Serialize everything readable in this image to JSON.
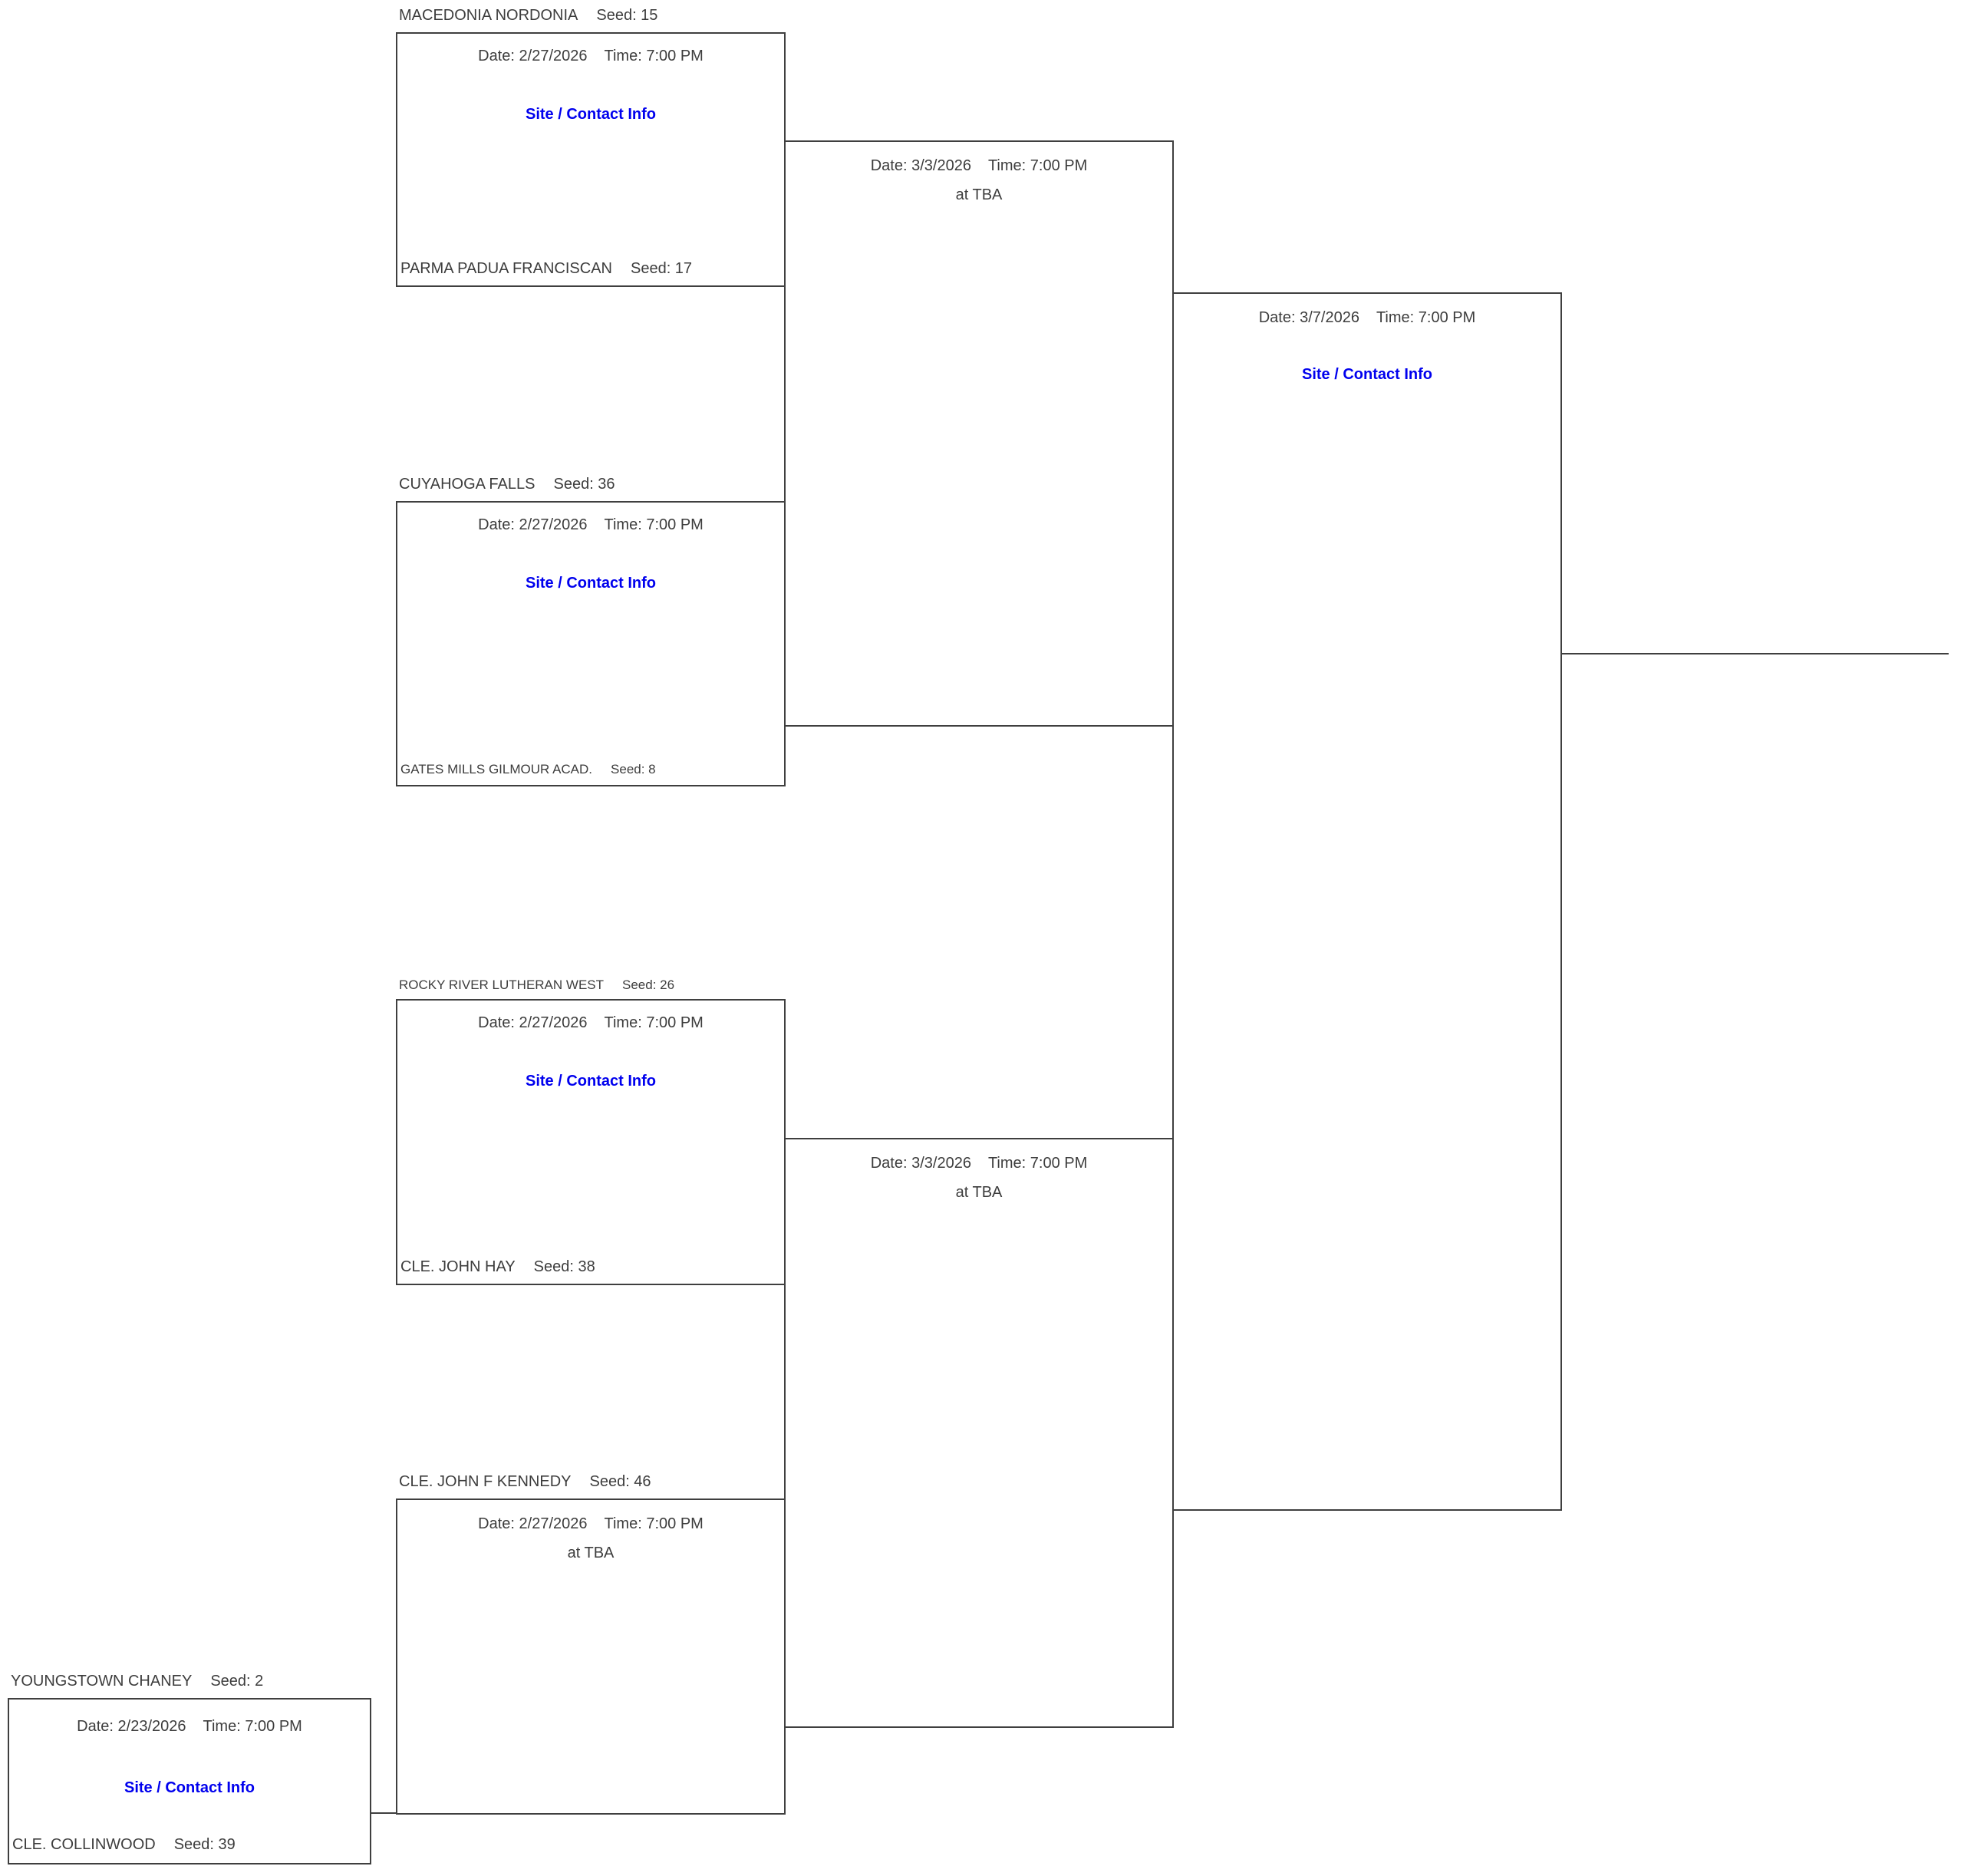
{
  "colors": {
    "link_blue": "#0000ee",
    "line_gray": "#3f3f3f",
    "text_gray": "#3d3d3d"
  },
  "teams": {
    "t1": {
      "name": "MACEDONIA NORDONIA",
      "seed": "Seed: 15"
    },
    "t2": {
      "name": "PARMA PADUA FRANCISCAN",
      "seed": "Seed: 17"
    },
    "t3": {
      "name": "CUYAHOGA FALLS",
      "seed": "Seed: 36"
    },
    "t4": {
      "name": "GATES MILLS GILMOUR ACAD.",
      "seed": "Seed: 8"
    },
    "t5": {
      "name": "ROCKY RIVER LUTHERAN WEST",
      "seed": "Seed: 26"
    },
    "t6": {
      "name": "CLE. JOHN HAY",
      "seed": "Seed: 38"
    },
    "t7": {
      "name": "CLE. JOHN F KENNEDY",
      "seed": "Seed: 46"
    },
    "t8": {
      "name": "YOUNGSTOWN CHANEY",
      "seed": "Seed: 2"
    },
    "t9": {
      "name": "CLE. COLLINWOOD",
      "seed": "Seed: 39"
    }
  },
  "games": {
    "r1_g1": {
      "date": "Date: 2/27/2026",
      "time": "Time: 7:00 PM",
      "link": "Site / Contact Info"
    },
    "r1_g2": {
      "date": "Date: 2/27/2026",
      "time": "Time: 7:00 PM",
      "link": "Site / Contact Info"
    },
    "r1_g3": {
      "date": "Date: 2/27/2026",
      "time": "Time: 7:00 PM",
      "link": "Site / Contact Info"
    },
    "r1_g4": {
      "date": "Date: 2/27/2026",
      "time": "Time: 7:00 PM",
      "venue": "at TBA"
    },
    "r2_g1": {
      "date": "Date: 3/3/2026",
      "time": "Time: 7:00 PM",
      "venue": "at TBA"
    },
    "r2_g2": {
      "date": "Date: 3/3/2026",
      "time": "Time: 7:00 PM",
      "venue": "at TBA"
    },
    "r3_g1": {
      "date": "Date: 3/7/2026",
      "time": "Time: 7:00 PM",
      "link": "Site / Contact Info"
    },
    "playin": {
      "date": "Date: 2/23/2026",
      "time": "Time: 7:00 PM",
      "link": "Site / Contact Info"
    }
  }
}
